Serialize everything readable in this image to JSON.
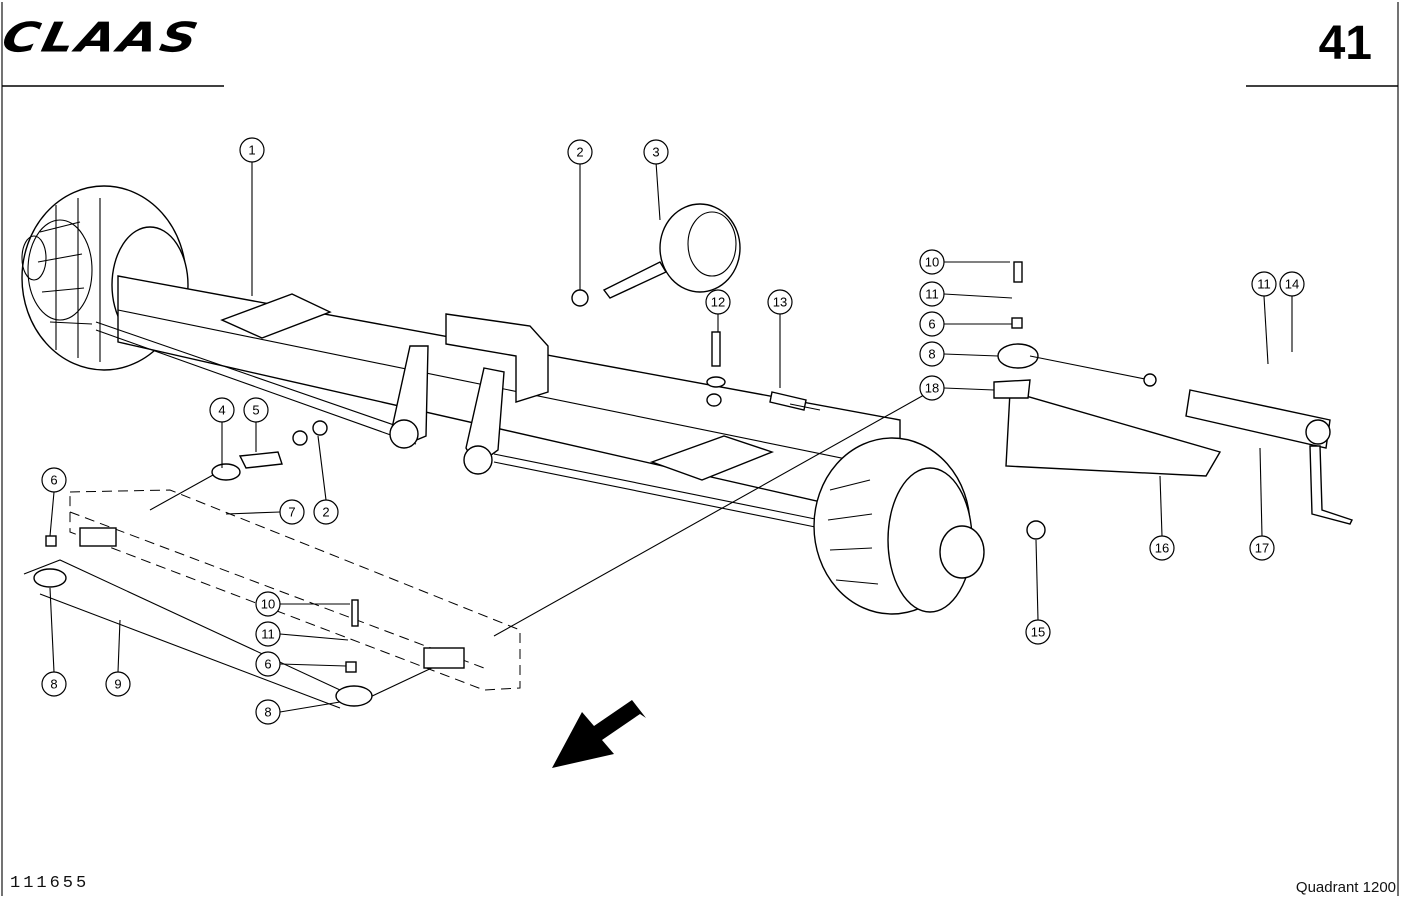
{
  "header": {
    "brand": "CLAAS",
    "page_number": "41"
  },
  "footer": {
    "drawing_number": "111655",
    "model": "Quadrant 1200"
  },
  "callouts": [
    {
      "label": "1"
    },
    {
      "label": "2"
    },
    {
      "label": "3"
    },
    {
      "label": "12"
    },
    {
      "label": "13"
    },
    {
      "label": "10"
    },
    {
      "label": "11"
    },
    {
      "label": "6"
    },
    {
      "label": "8"
    },
    {
      "label": "18"
    },
    {
      "label": "11"
    },
    {
      "label": "14"
    },
    {
      "label": "4"
    },
    {
      "label": "5"
    },
    {
      "label": "6"
    },
    {
      "label": "7"
    },
    {
      "label": "2"
    },
    {
      "label": "16"
    },
    {
      "label": "17"
    },
    {
      "label": "15"
    },
    {
      "label": "10"
    },
    {
      "label": "11"
    },
    {
      "label": "6"
    },
    {
      "label": "8"
    },
    {
      "label": "9"
    },
    {
      "label": "8"
    }
  ]
}
